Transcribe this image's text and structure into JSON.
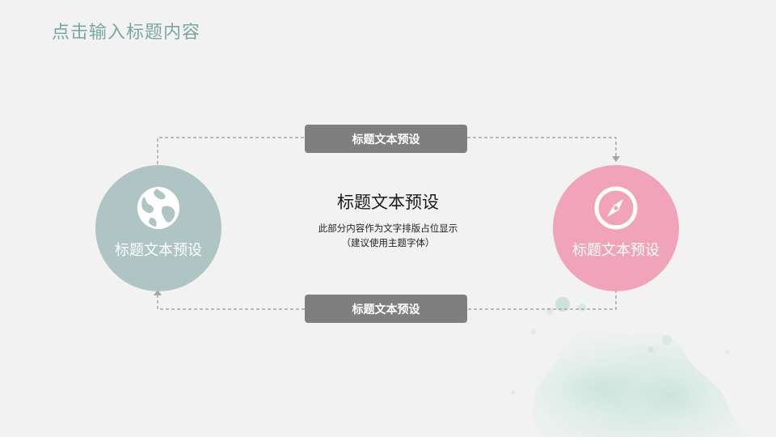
{
  "slide": {
    "title": "点击输入标题内容"
  },
  "top_button": {
    "label": "标题文本预设"
  },
  "bottom_button": {
    "label": "标题文本预设"
  },
  "left_circle": {
    "label": "标题文本预设",
    "icon": "globe-icon",
    "color": "#aec5c3"
  },
  "right_circle": {
    "label": "标题文本预设",
    "icon": "compass-icon",
    "color": "#f1a4b9"
  },
  "center": {
    "title": "标题文本预设",
    "body_line1": "此部分内容作为文字排版占位显示",
    "body_line2": "（建议使用主题字体）"
  },
  "colors": {
    "accent_teal": "#7aa8a0",
    "button_gray": "#7f7f7f",
    "background": "#f2f2f2"
  }
}
